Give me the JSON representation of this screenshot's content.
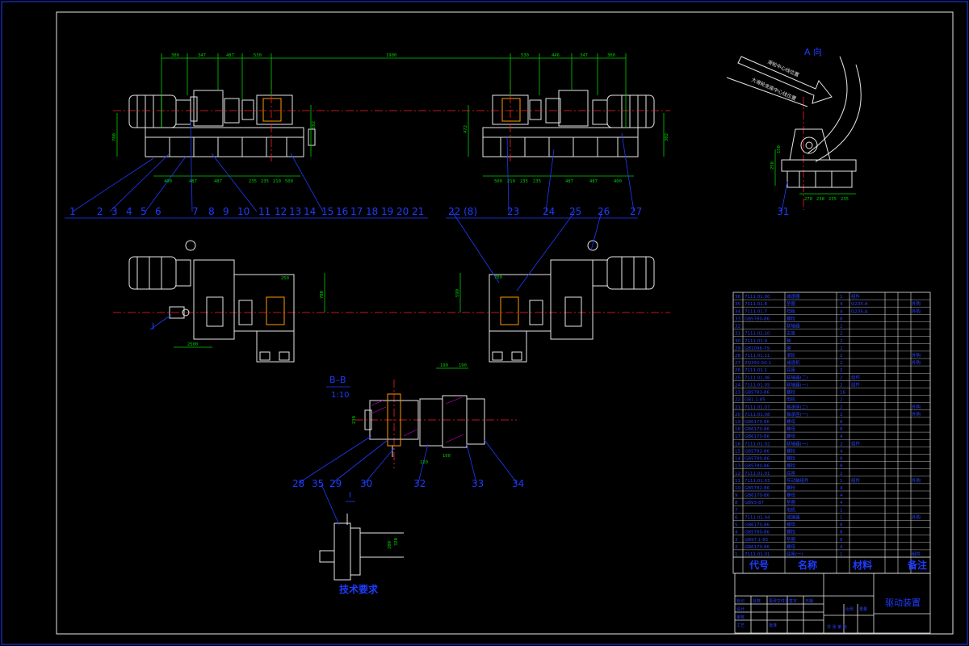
{
  "colors": {
    "background": "#000000",
    "border": "#1f3bff",
    "outline": "#e6e6e6",
    "dimension": "#00d000",
    "centerline": "#ff2020",
    "text_blue": "#1f3bff",
    "hatch": "#d000d0"
  },
  "drawing": {
    "view_b_title": "B–B",
    "view_b_scale": "1:10",
    "view_a_title": "A 向",
    "view_section_title": "I",
    "tech_requirements": "技术要求",
    "label_I": "I",
    "view_a_arrow_text_1": "滑轮中心线位置",
    "view_a_arrow_text_2": "大滑轮支座中心线位置"
  },
  "balloons": {
    "top_left": [
      "1",
      "2",
      "3",
      "4",
      "5",
      "6",
      "7",
      "8",
      "9",
      "10",
      "11",
      "12",
      "13",
      "14",
      "15",
      "16",
      "17",
      "18",
      "19",
      "20",
      "21"
    ],
    "top_right": [
      "22 (8)",
      "23",
      "24",
      "25",
      "26",
      "27"
    ],
    "view_a": [
      "31"
    ],
    "section": [
      "28",
      "29",
      "30",
      "32",
      "33",
      "34"
    ],
    "detail": [
      "35"
    ]
  },
  "dimensions": {
    "top_chain": [
      "300",
      "347",
      "487",
      "530",
      "1900",
      "530",
      "446",
      "347",
      "300"
    ],
    "left_bottom": [
      "400",
      "487",
      "487",
      "235",
      "235",
      "210",
      "500"
    ],
    "right_bottom": [
      "500",
      "210",
      "235",
      "235",
      "487",
      "487",
      "400"
    ],
    "left_height": [
      "700",
      "102"
    ],
    "right_height": [
      "472",
      "302"
    ],
    "plan_left": [
      "700",
      "2500",
      "250"
    ],
    "plan_right": [
      "590",
      "700"
    ],
    "view_a": [
      "270",
      "238",
      "235",
      "235",
      "250",
      "150"
    ],
    "section": [
      "190",
      "190",
      "120",
      "100",
      "230"
    ],
    "detail": [
      "320",
      "200"
    ]
  },
  "bom": {
    "header": {
      "code": "代号",
      "name": "名称",
      "material": "材料",
      "note": "备注"
    },
    "rows": [
      {
        "no": "36",
        "code": "7111.01.00",
        "name": "减速器",
        "qty": "1",
        "mat": "组件",
        "note": ""
      },
      {
        "no": "35",
        "code": "7111.01.8",
        "name": "垫圈",
        "qty": "4",
        "mat": "Q235-A",
        "note": "外购"
      },
      {
        "no": "34",
        "code": "7111.01.7",
        "name": "挡板",
        "qty": "4",
        "mat": "Q235-A",
        "note": "外购"
      },
      {
        "no": "33",
        "code": "GB5780-86",
        "name": "螺栓",
        "qty": "8",
        "mat": "",
        "note": ""
      },
      {
        "no": "32",
        "code": "",
        "name": "联轴器",
        "qty": "2",
        "mat": "",
        "note": ""
      },
      {
        "no": "31",
        "code": "7111.01.10",
        "name": "支座",
        "qty": "2",
        "mat": "",
        "note": ""
      },
      {
        "no": "30",
        "code": "7111.01.9",
        "name": "轴",
        "qty": "2",
        "mat": "",
        "note": ""
      },
      {
        "no": "29",
        "code": "GB1096-79",
        "name": "键",
        "qty": "2",
        "mat": "",
        "note": ""
      },
      {
        "no": "28",
        "code": "7111.01.11",
        "name": "滚轮",
        "qty": "2",
        "mat": "",
        "note": "外购"
      },
      {
        "no": "27",
        "code": "ZQ350-50-1",
        "name": "减速机",
        "qty": "2",
        "mat": "",
        "note": "外购"
      },
      {
        "no": "26",
        "code": "7111.01.1",
        "name": "底座",
        "qty": "2",
        "mat": "",
        "note": ""
      },
      {
        "no": "25",
        "code": "7111.01.06",
        "name": "联轴器(二)",
        "qty": "2",
        "mat": "组件",
        "note": ""
      },
      {
        "no": "24",
        "code": "7111.01.05",
        "name": "联轴器(一)",
        "qty": "2",
        "mat": "组件",
        "note": ""
      },
      {
        "no": "23",
        "code": "GB5783-86",
        "name": "螺栓",
        "qty": "16",
        "mat": "",
        "note": ""
      },
      {
        "no": "22",
        "code": "GB1.1-85",
        "name": "电机",
        "qty": "2",
        "mat": "",
        "note": ""
      },
      {
        "no": "21",
        "code": "7111.01.07",
        "name": "轴承座(二)",
        "qty": "2",
        "mat": "",
        "note": "外购"
      },
      {
        "no": "20",
        "code": "7111.01.08",
        "name": "轴承座(一)",
        "qty": "2",
        "mat": "",
        "note": "外购"
      },
      {
        "no": "19",
        "code": "GB6170-86",
        "name": "螺母",
        "qty": "8",
        "mat": "",
        "note": ""
      },
      {
        "no": "18",
        "code": "GB6170-86",
        "name": "螺母",
        "qty": "8",
        "mat": "",
        "note": ""
      },
      {
        "no": "17",
        "code": "GB6170-86",
        "name": "螺母",
        "qty": "4",
        "mat": "",
        "note": ""
      },
      {
        "no": "16",
        "code": "7111.01.02",
        "name": "联轴器(一)",
        "qty": "2",
        "mat": "组件",
        "note": ""
      },
      {
        "no": "15",
        "code": "GB5782-86",
        "name": "螺栓",
        "qty": "4",
        "mat": "",
        "note": ""
      },
      {
        "no": "14",
        "code": "GB5780-86",
        "name": "螺栓",
        "qty": "8",
        "mat": "",
        "note": ""
      },
      {
        "no": "13",
        "code": "GB5780-86",
        "name": "螺栓",
        "qty": "8",
        "mat": "",
        "note": ""
      },
      {
        "no": "12",
        "code": "7111.01.01",
        "name": "底座",
        "qty": "2",
        "mat": "",
        "note": ""
      },
      {
        "no": "11",
        "code": "7111.01.03",
        "name": "传动轴组件",
        "qty": "1",
        "mat": "组件",
        "note": "外购"
      },
      {
        "no": "10",
        "code": "GB5782-86",
        "name": "螺栓",
        "qty": "4",
        "mat": "",
        "note": ""
      },
      {
        "no": "9",
        "code": "GB6170-86",
        "name": "螺母",
        "qty": "4",
        "mat": "",
        "note": ""
      },
      {
        "no": "8",
        "code": "GB93-87",
        "name": "垫圈",
        "qty": "4",
        "mat": "",
        "note": ""
      },
      {
        "no": "7",
        "code": "",
        "name": "电机",
        "qty": "1",
        "mat": "",
        "note": ""
      },
      {
        "no": "6",
        "code": "7111.01.04",
        "name": "减速器",
        "qty": "1",
        "mat": "",
        "note": "外购"
      },
      {
        "no": "5",
        "code": "GB6170-86",
        "name": "螺母",
        "qty": "8",
        "mat": "",
        "note": ""
      },
      {
        "no": "4",
        "code": "GB5780-86",
        "name": "螺栓",
        "qty": "8",
        "mat": "",
        "note": ""
      },
      {
        "no": "3",
        "code": "GB97.1-85",
        "name": "垫圈",
        "qty": "8",
        "mat": "",
        "note": ""
      },
      {
        "no": "2",
        "code": "GB6170-86",
        "name": "螺母",
        "qty": "4",
        "mat": "",
        "note": ""
      },
      {
        "no": "1",
        "code": "7111.01.01",
        "name": "底座(一)",
        "qty": "1",
        "mat": "",
        "note": "组件"
      }
    ]
  },
  "title_block": {
    "drawing_name": "驱动装置",
    "scale_label": "比例",
    "weight_label": "重量",
    "sheet_label": "共 张 第 张",
    "rev_marks": [
      "标记",
      "处数",
      "更改文件号",
      "签字",
      "日期"
    ],
    "roles": [
      "设计",
      "审核",
      "工艺",
      "批准"
    ]
  }
}
